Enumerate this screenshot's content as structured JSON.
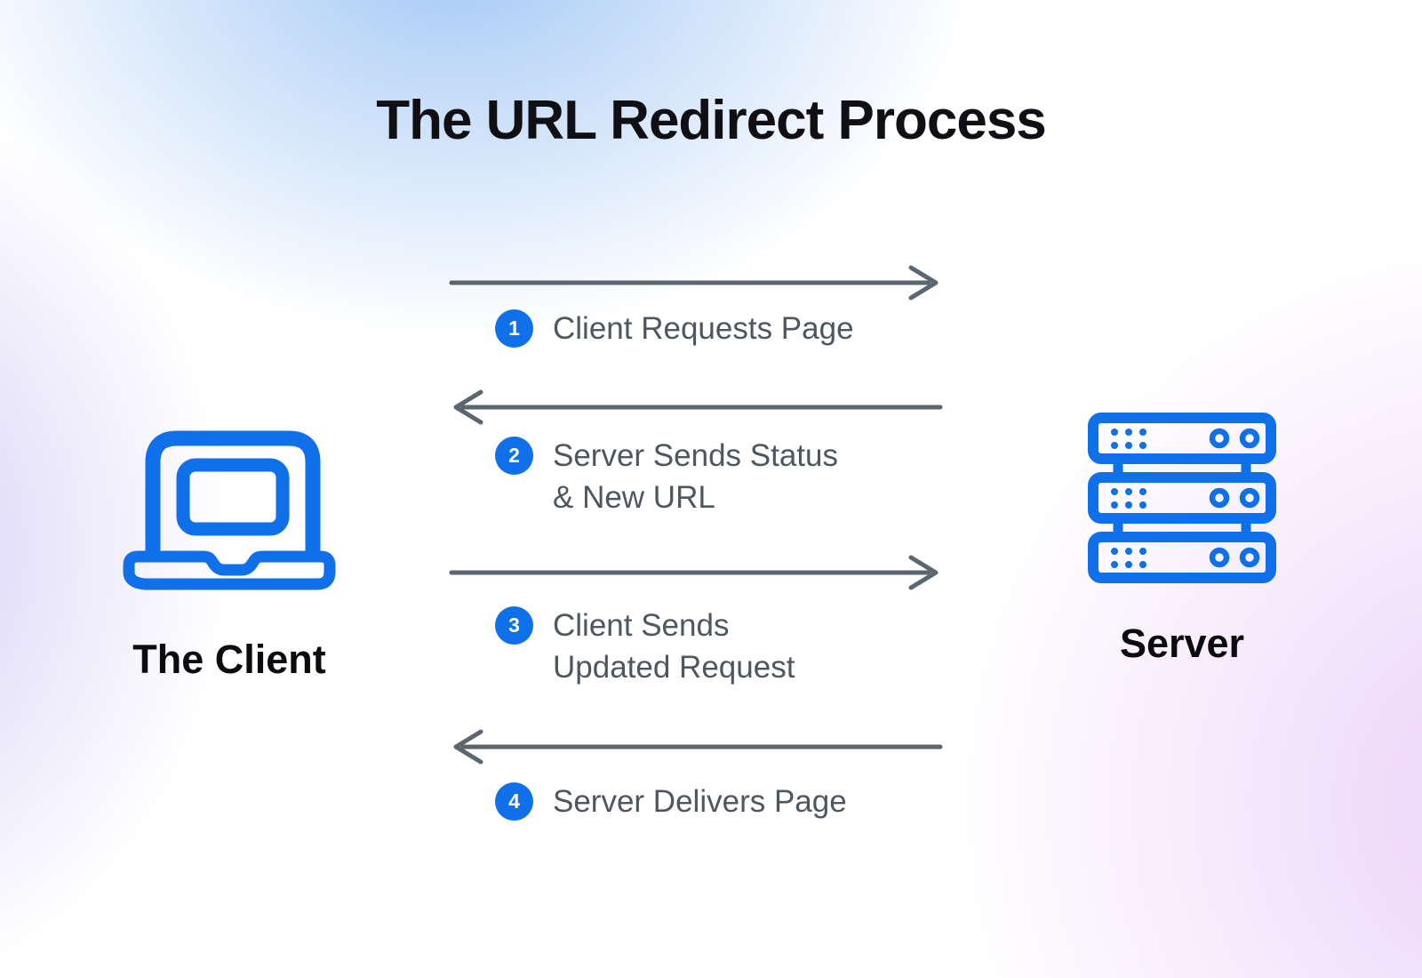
{
  "title": "The URL Redirect Process",
  "client": {
    "label": "The Client",
    "icon": "laptop-icon"
  },
  "server": {
    "label": "Server",
    "icon": "server-rack-icon"
  },
  "steps": [
    {
      "num": "1",
      "direction": "right",
      "lines": [
        "Client Requests Page"
      ]
    },
    {
      "num": "2",
      "direction": "left",
      "lines": [
        "Server Sends Status",
        "& New URL"
      ]
    },
    {
      "num": "3",
      "direction": "right",
      "lines": [
        "Client Sends",
        "Updated Request"
      ]
    },
    {
      "num": "4",
      "direction": "left",
      "lines": [
        "Server Delivers Page"
      ]
    }
  ],
  "colors": {
    "accent": "#0f70ea",
    "arrow": "#5c666f",
    "text": "#4e5760",
    "title": "#101014",
    "label": "#0b0b10"
  }
}
